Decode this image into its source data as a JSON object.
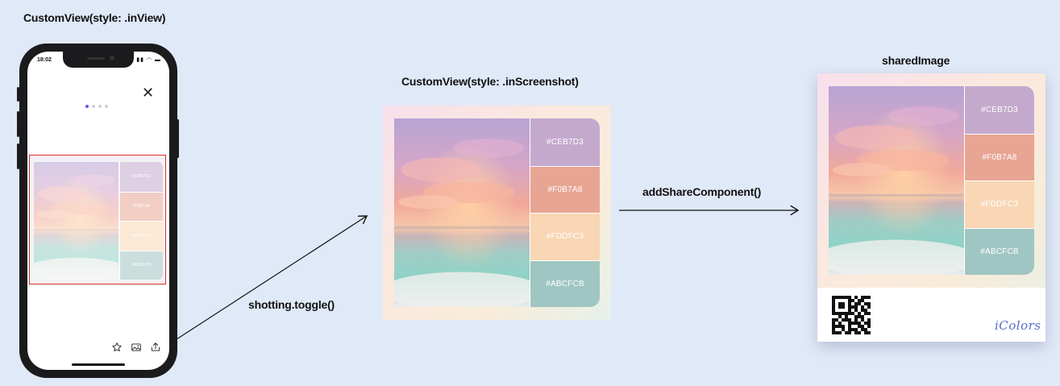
{
  "labels": {
    "in_view": "CustomView(style: .inView)",
    "in_screenshot": "CustomView(style: .inScreenshot)",
    "shared_image": "sharedImage",
    "toggle_call": "shotting.toggle()",
    "add_share_call": "addShareComponent()"
  },
  "phone": {
    "status_time": "18:02",
    "close_icon": "close-icon",
    "page_dots": 4,
    "active_dot": 0,
    "bottom_icons": [
      "star-icon",
      "image-icon",
      "share-icon"
    ]
  },
  "palette": [
    {
      "hex": "#CEB7D3",
      "color": "#c4a9cd"
    },
    {
      "hex": "#F0B7A8",
      "color": "#e8a594"
    },
    {
      "hex": "#FDDFC3",
      "color": "#f9d6b4"
    },
    {
      "hex": "#ABCFCB",
      "color": "#9fc6c2"
    }
  ],
  "brand": "iColors",
  "colors": {
    "background": "#e0e9f8",
    "frame_highlight": "#d12a2a"
  }
}
